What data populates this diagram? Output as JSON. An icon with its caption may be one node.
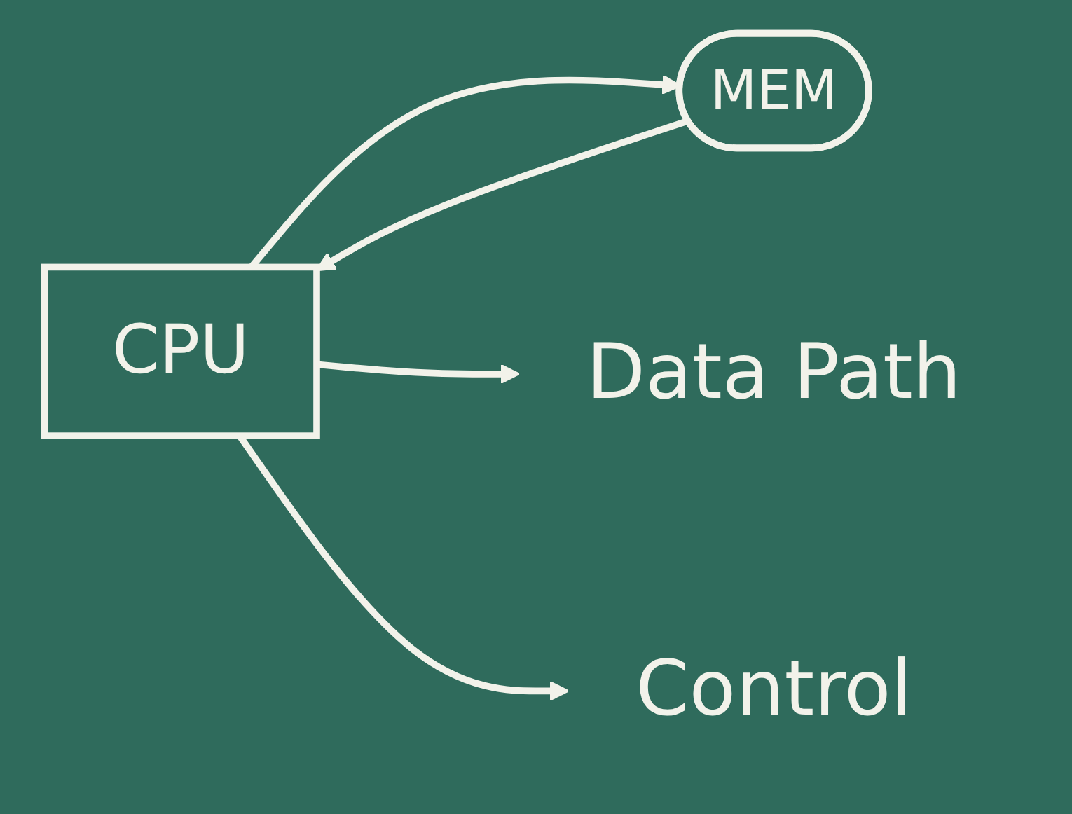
{
  "diagram": {
    "nodes": [
      {
        "text": [
          "CPU"
        ]
      },
      {
        "text": [
          "MEM"
        ]
      },
      {
        "text": [
          "Data Path"
        ]
      },
      {
        "text": [
          "Control"
        ]
      }
    ],
    "edges": [
      {
        "from": 0,
        "to": 1,
        "arrow": "to"
      },
      {
        "from": 1,
        "to": 0,
        "arrow": "to"
      },
      {
        "from": 0,
        "to": 2,
        "arrow": "to"
      },
      {
        "from": 0,
        "to": 3,
        "arrow": "to"
      }
    ]
  }
}
